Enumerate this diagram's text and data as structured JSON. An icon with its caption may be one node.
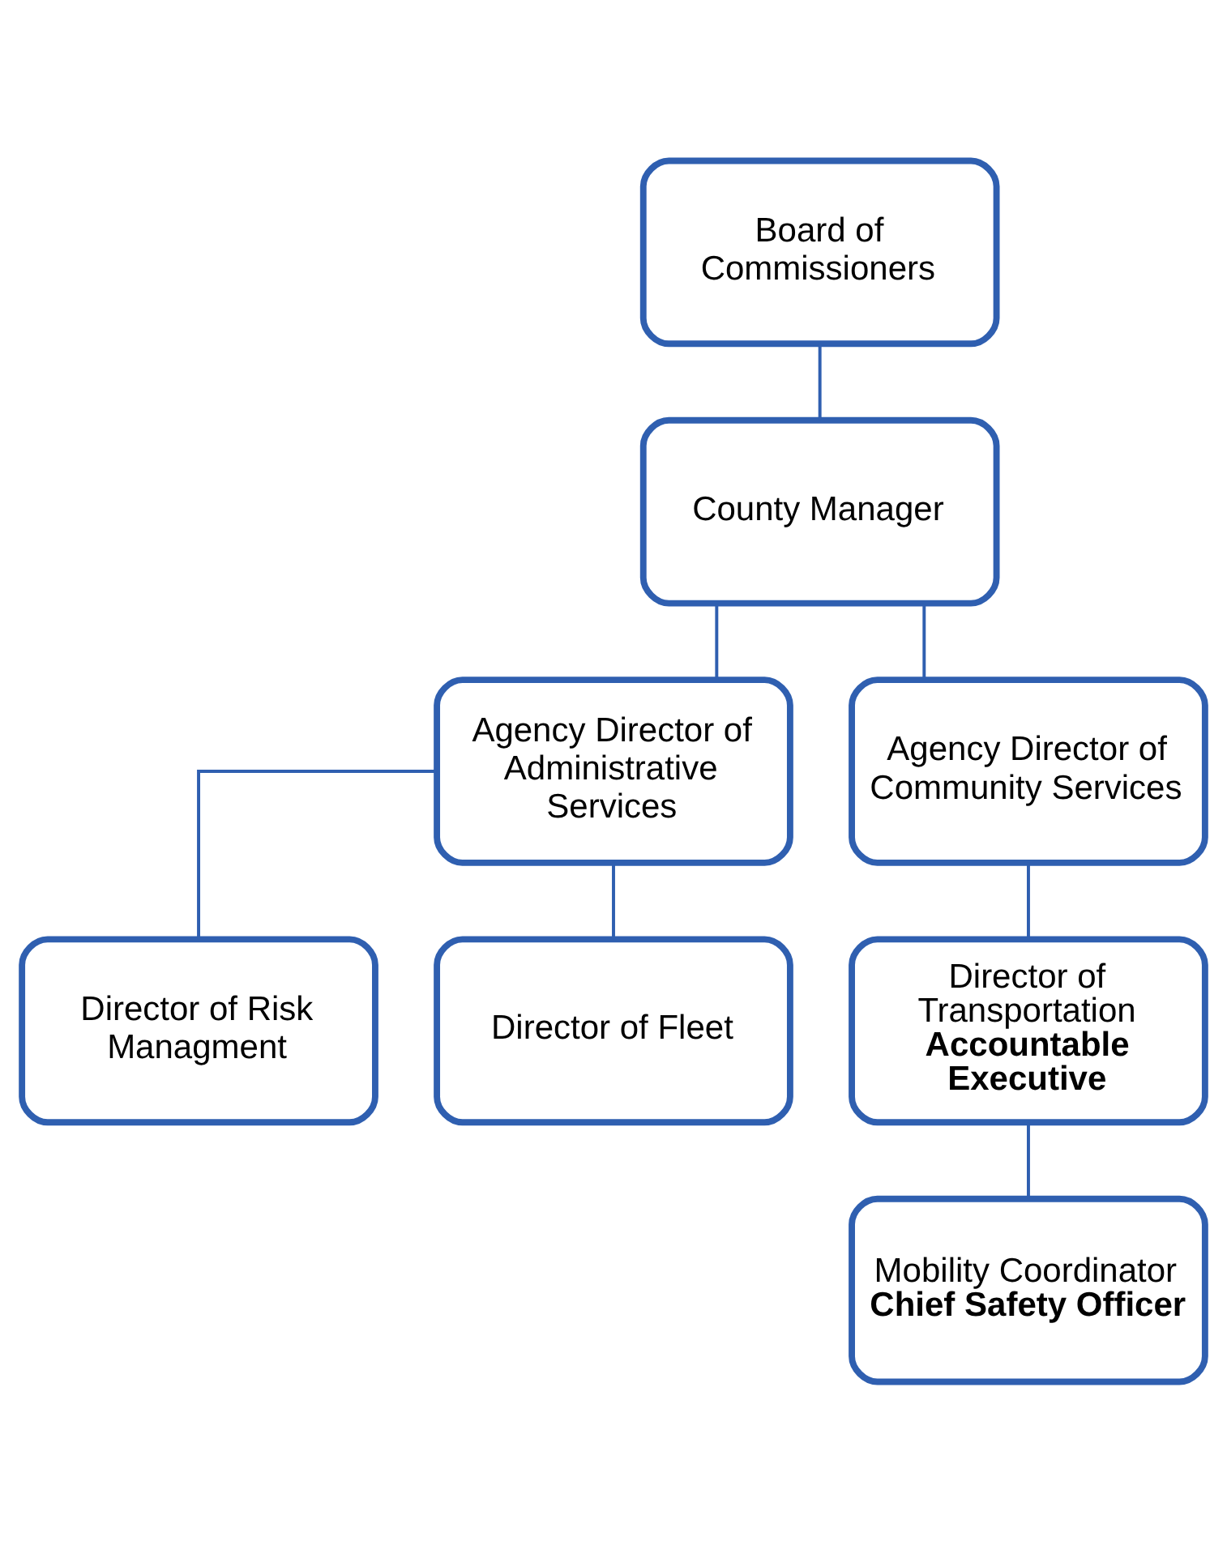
{
  "diagram": {
    "nodes": [
      {
        "text": [
          "Board of Commissioners"
        ]
      },
      {
        "text": [
          "County Manager"
        ]
      },
      {
        "text": [
          "Agency Director of Administrative Services"
        ]
      },
      {
        "text": [
          "Agency Director of Community Services"
        ]
      },
      {
        "text": [
          "Director of Risk Managment"
        ]
      },
      {
        "text": [
          "Director of Fleet"
        ]
      },
      {
        "text": [
          "Director of Transportation",
          "Accountable Executive"
        ]
      },
      {
        "text": [
          "Mobility Coordinator",
          "Chief Safety Officer"
        ]
      }
    ],
    "edges": [
      {
        "from": 0,
        "to": 1,
        "arrow": "none"
      },
      {
        "from": 1,
        "to": 2,
        "arrow": "none"
      },
      {
        "from": 1,
        "to": 3,
        "arrow": "none"
      },
      {
        "from": 2,
        "to": 4,
        "arrow": "none"
      },
      {
        "from": 2,
        "to": 5,
        "arrow": "none"
      },
      {
        "from": 3,
        "to": 6,
        "arrow": "none"
      },
      {
        "from": 6,
        "to": 7,
        "arrow": "none"
      }
    ]
  }
}
